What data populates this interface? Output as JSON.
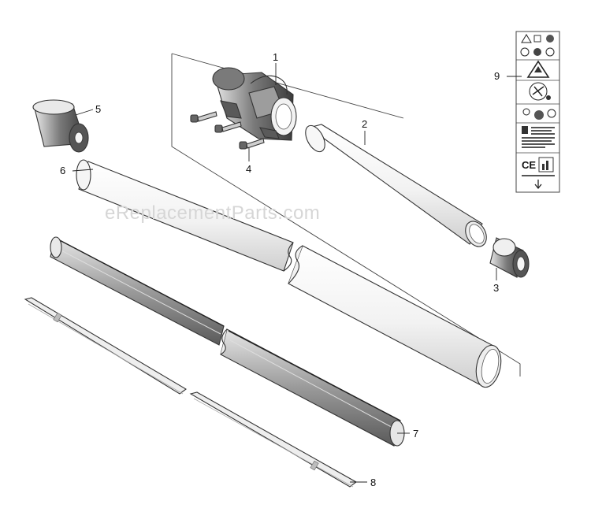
{
  "watermark": "eReplacementParts.com",
  "callouts": {
    "p1": "1",
    "p2": "2",
    "p3": "3",
    "p4": "4",
    "p5": "5",
    "p6": "6",
    "p7": "7",
    "p8": "8",
    "p9": "9"
  },
  "label_card": {
    "ce_mark": "CE"
  },
  "colors": {
    "line": "#333333",
    "tube_fill": "#f3f3f3",
    "shade": "#9a9a9a",
    "dark": "#4a4a4a",
    "watermark": "#d6d6d6"
  }
}
